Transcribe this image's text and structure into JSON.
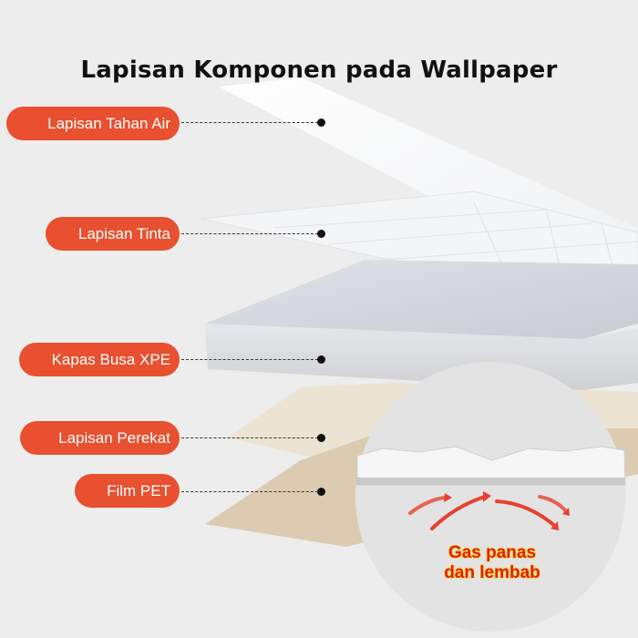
{
  "title": "Lapisan Komponen pada Wallpaper",
  "layers": [
    {
      "label": "Lapisan Tahan Air"
    },
    {
      "label": "Lapisan Tinta"
    },
    {
      "label": "Kapas Busa XPE"
    },
    {
      "label": "Lapisan Perekat"
    },
    {
      "label": "Film PET"
    }
  ],
  "callout": {
    "line1": "Gas panas",
    "line2": "dan lembab"
  },
  "colors": {
    "accent": "#e8502f",
    "background": "#ededed",
    "gas_text": "#e3200f"
  }
}
